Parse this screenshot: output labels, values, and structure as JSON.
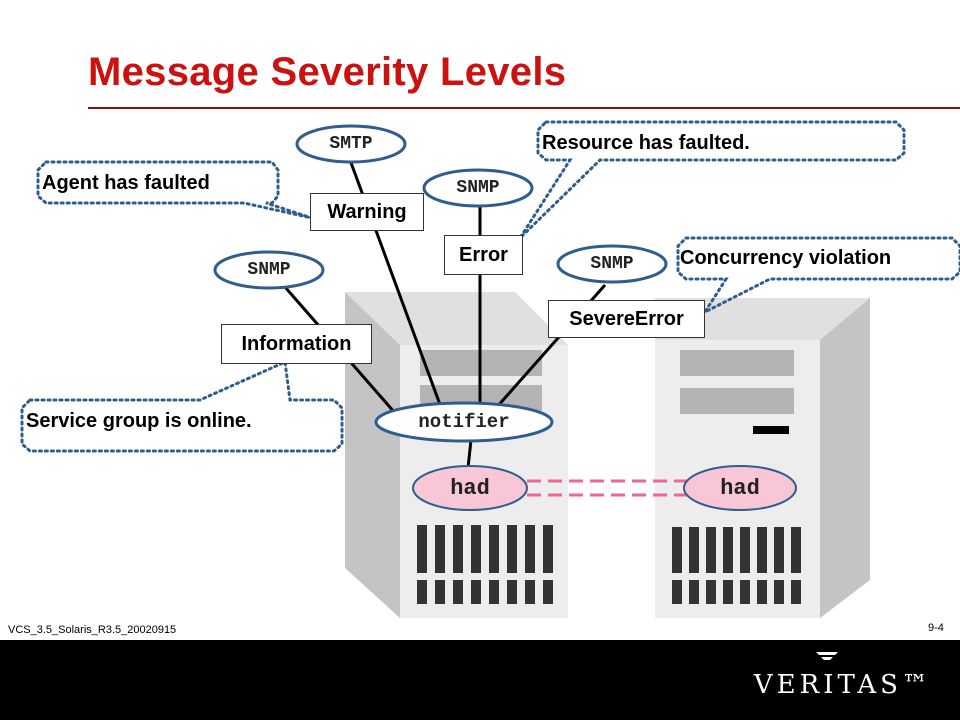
{
  "slide": {
    "title": "Message Severity Levels",
    "footer_left": "VCS_3.5_Solaris_R3.5_20020915",
    "page_number": "9-4",
    "logo_text": "VERITAS™"
  },
  "diagram": {
    "nodes": {
      "smtp": "SMTP",
      "snmp_error": "SNMP",
      "snmp_info": "SNMP",
      "snmp_severe": "SNMP",
      "notifier": "notifier",
      "had_left": "had",
      "had_right": "had"
    },
    "severity_levels": {
      "warning": "Warning",
      "error": "Error",
      "information": "Information",
      "severe_error": "SevereError"
    },
    "callouts": {
      "agent_faulted": "Agent has faulted",
      "resource_faulted": "Resource has faulted.",
      "concurrency": "Concurrency violation",
      "service_group_online": "Service group is online."
    }
  },
  "colors": {
    "title": "#cc1111",
    "oval_border": "#2e5d8e",
    "had_fill": "#f9c6d6",
    "had_link": "#ee6699",
    "callout_dots": "#2e5d8e"
  }
}
